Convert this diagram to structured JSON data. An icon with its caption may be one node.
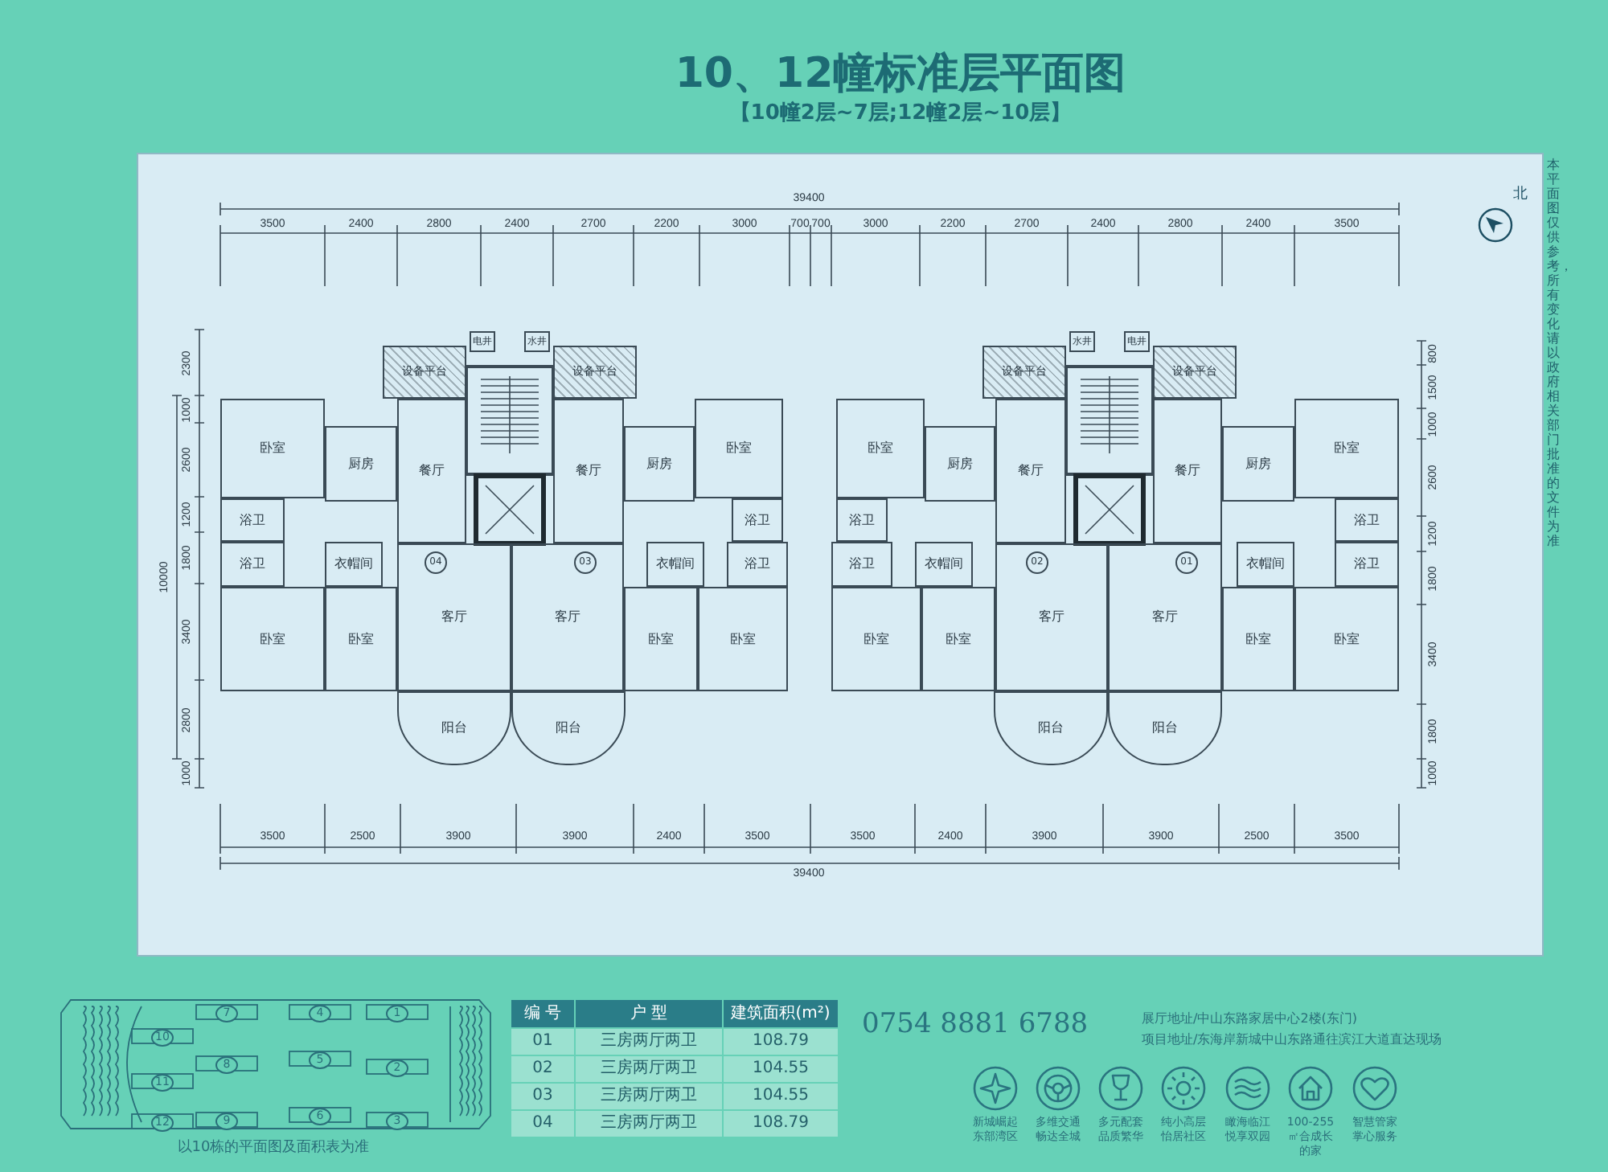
{
  "diagram": {
    "title": "10、12幢标准层平面图",
    "nodes": [
      {
        "text": [
          "卧室"
        ]
      },
      {
        "text": [
          "厨房"
        ]
      },
      {
        "text": [
          "餐厅"
        ]
      },
      {
        "text": [
          "浴卫"
        ]
      },
      {
        "text": [
          "浴卫"
        ]
      },
      {
        "text": [
          "衣帽间"
        ]
      },
      {
        "text": [
          "客厅"
        ]
      },
      {
        "text": [
          "04"
        ],
        "in": 6
      },
      {
        "text": [
          "卧室"
        ]
      },
      {
        "text": [
          "卧室"
        ]
      },
      {
        "text": [
          "阳台"
        ]
      },
      {
        "text": [
          "设备平台"
        ]
      },
      {
        "text": [
          "电井"
        ]
      },
      {
        "text": [
          "水井"
        ]
      },
      {
        "text": [
          "设备平台"
        ]
      },
      {
        "text": [
          "餐厅"
        ]
      },
      {
        "text": [
          "厨房"
        ]
      },
      {
        "text": [
          "卧室"
        ]
      },
      {
        "text": [
          "浴卫"
        ]
      },
      {
        "text": [
          "衣帽间"
        ]
      },
      {
        "text": [
          "浴卫"
        ]
      },
      {
        "text": [
          "客厅"
        ]
      },
      {
        "text": [
          "03"
        ],
        "in": 21
      },
      {
        "text": [
          "卧室"
        ]
      },
      {
        "text": [
          "卧室"
        ]
      },
      {
        "text": [
          "阳台"
        ]
      },
      {
        "text": [
          "卧室"
        ]
      },
      {
        "text": [
          "厨房"
        ]
      },
      {
        "text": [
          "餐厅"
        ]
      },
      {
        "text": [
          "浴卫"
        ]
      },
      {
        "text": [
          "浴卫"
        ]
      },
      {
        "text": [
          "衣帽间"
        ]
      },
      {
        "text": [
          "客厅"
        ]
      },
      {
        "text": [
          "02"
        ],
        "in": 32
      },
      {
        "text": [
          "卧室"
        ]
      },
      {
        "text": [
          "卧室"
        ]
      },
      {
        "text": [
          "阳台"
        ]
      },
      {
        "text": [
          "设备平台"
        ]
      },
      {
        "text": [
          "水井"
        ]
      },
      {
        "text": [
          "电井"
        ]
      },
      {
        "text": [
          "设备平台"
        ]
      },
      {
        "text": [
          "餐厅"
        ]
      },
      {
        "text": [
          "厨房"
        ]
      },
      {
        "text": [
          "卧室"
        ]
      },
      {
        "text": [
          "浴卫"
        ]
      },
      {
        "text": [
          "衣帽间"
        ]
      },
      {
        "text": [
          "浴卫"
        ]
      },
      {
        "text": [
          "客厅"
        ]
      },
      {
        "text": [
          "01"
        ],
        "in": 47
      },
      {
        "text": [
          "卧室"
        ]
      },
      {
        "text": [
          "卧室"
        ]
      },
      {
        "text": [
          "阳台"
        ]
      }
    ],
    "labels": [
      "【10幢2层~7层;12幢2层~10层】",
      "北",
      "39400",
      "3500",
      "2400",
      "2800",
      "2400",
      "2700",
      "2200",
      "3000",
      "700",
      "700",
      "3000",
      "2200",
      "2700",
      "2400",
      "2800",
      "2400",
      "3500",
      "2300",
      "1000",
      "2600",
      "1200",
      "1800",
      "3400",
      "2800",
      "1000",
      "10000",
      "800",
      "1500",
      "1000",
      "2600",
      "1200",
      "1800",
      "3400",
      "1800",
      "1000",
      "3500",
      "2500",
      "3900",
      "3900",
      "2400",
      "3500",
      "3500",
      "2400",
      "3900",
      "3900",
      "2500",
      "3500",
      "39400",
      "编 号",
      "户 型",
      "建筑面积(m²)",
      "01",
      "三房两厅两卫",
      "108.79",
      "02",
      "三房两厅两卫",
      "104.55",
      "03",
      "三房两厅两卫",
      "104.55",
      "04",
      "三房两厅两卫",
      "108.79",
      "7",
      "4",
      "1",
      "10",
      "8",
      "5",
      "2",
      "11",
      "12",
      "9",
      "6",
      "3",
      "以10栋的平面图及面积表为准",
      "0754 8881 6788",
      "展厅地址/中山东路家居中心2楼(东门)",
      "项目地址/东海岸新城中山东路通往滨江大道直达现场",
      "新城崛起东部湾区",
      "多维交通畅达全城",
      "多元配套品质繁华",
      "纯小高层怡居社区",
      "瞰海临江悦享双园",
      "100-255㎡合成长的家",
      "智慧管家掌心服务",
      "本平面图仅供参考，所有变化请以政府相关部门批准的文件为准"
    ]
  }
}
